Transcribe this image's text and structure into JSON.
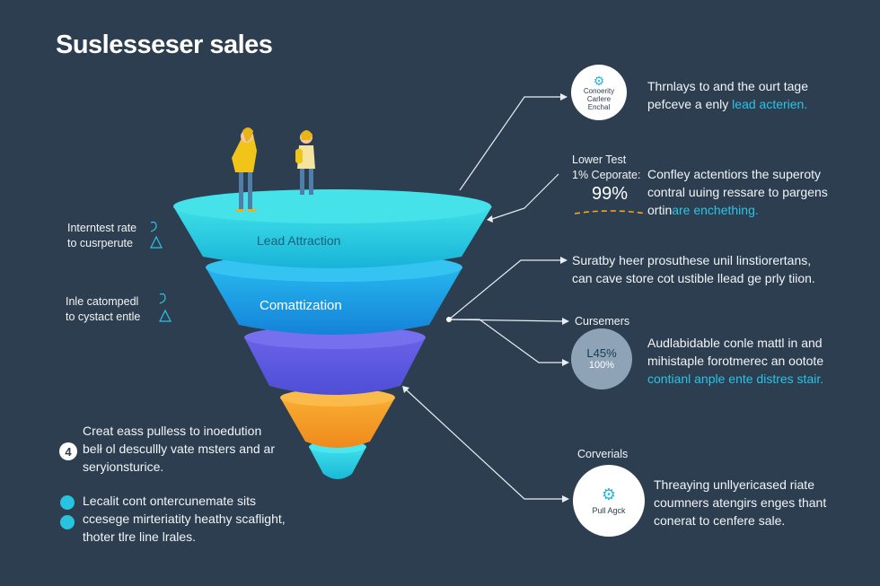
{
  "title": "Suslesseser sales",
  "funnel": {
    "stage1": "Lead Attraction",
    "stage2": "Comattization"
  },
  "left_labels": {
    "label1_line1": "Interntest rate",
    "label1_line2": "to cusrperute",
    "label2_line1": "Inle catompedl",
    "label2_line2": "to cystact entle"
  },
  "bottom_left": {
    "badge": "4",
    "para_line1": "Creat eass pulless to inoedution",
    "para_line2": "belł ol descullly vate msters and ar",
    "para_line3": "seryionsturice.",
    "list_line1": "Lecalit cont ontercunemate sits",
    "list_line2": "ccesege mirteriatity heathy scaflight,",
    "list_line3": "thoter tlre line lrales."
  },
  "right": {
    "circle1": {
      "line1": "Conoerity",
      "line2": "Carlere",
      "line3": "Enchal"
    },
    "text1": {
      "line1": "Thrnlays to and the ourt tage",
      "line2_a": "pefceve a enly ",
      "line2_b": "lead acterien."
    },
    "stat_header": "Lower Test",
    "stat_sub": "1% Ceporate:",
    "stat_value": "99%",
    "text2": {
      "line1": "Confley actentiors the superoty",
      "line2": "contral uuing ressare to pargens",
      "line3_a": "ortin",
      "line3_b": "are enchething."
    },
    "text3": {
      "line1": "Suratby heer prosuthese unil linstiorertans,",
      "line2": "can cave store cot ustible llead ge prly tiion."
    },
    "section_custom": "Cursemers",
    "circle2": {
      "line1": "L45%",
      "line2": "100%"
    },
    "text4": {
      "line1": "Audlabidable conle mattl in and",
      "line2": "mihistaple forotmerec an ootote",
      "line3": "contianl anple ente distres stair."
    },
    "section_conv": "Corverials",
    "circle3": {
      "line1": "Pull Agck"
    },
    "text5": {
      "line1": "Threaying unllyericased riate",
      "line2": "coumners atengirs enges thant",
      "line3": "conerat to cenfere sale."
    }
  },
  "colors": {
    "background": "#2c3e50",
    "stage1": "#21c9dc",
    "stage2": "#1aa6e8",
    "stage3": "#5a5ee0",
    "stage4": "#f5a02a",
    "stage5": "#2bd4e6",
    "accent": "#29c4e8"
  }
}
